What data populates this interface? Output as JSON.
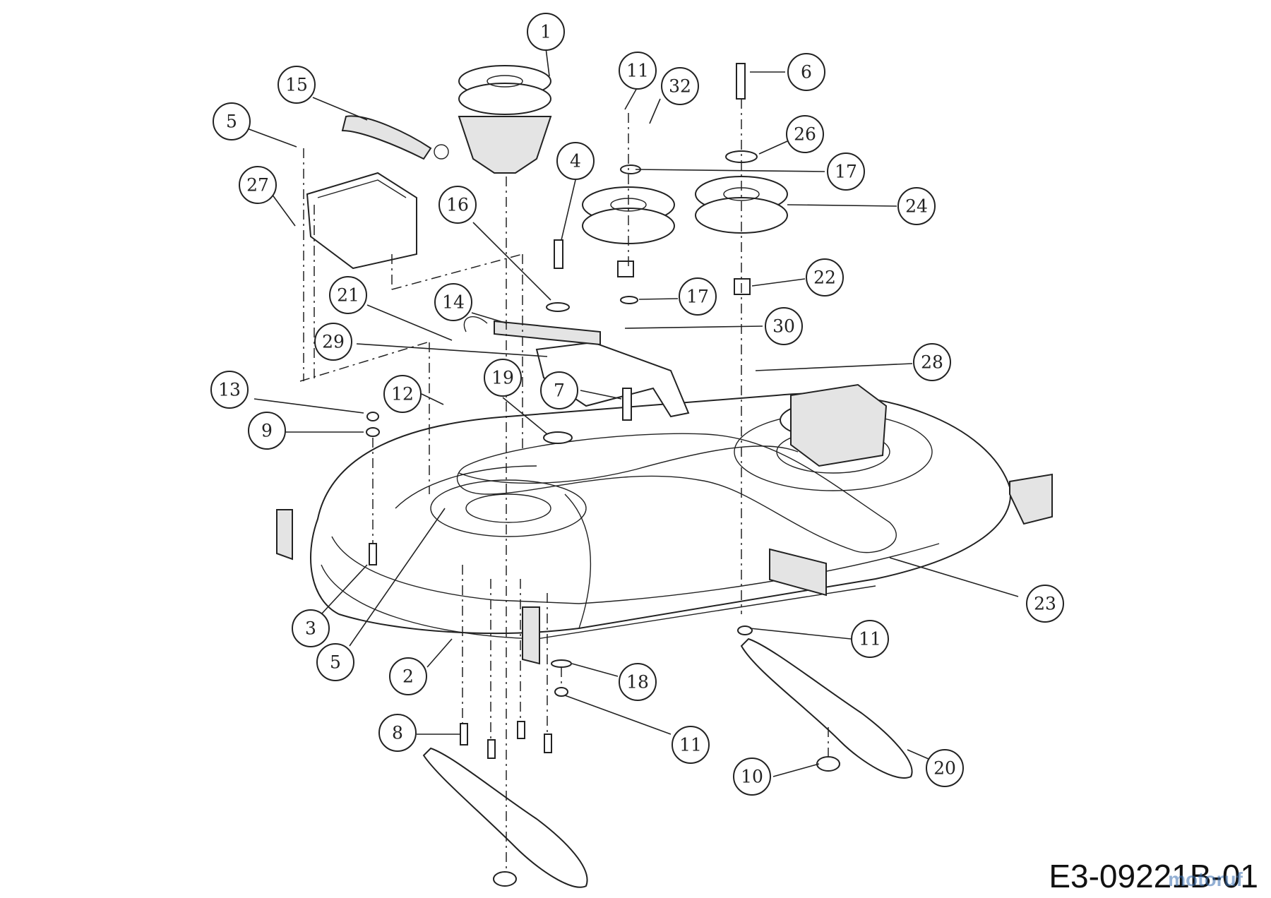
{
  "drawing_code": "E3-09221B-01",
  "watermark": "motoruf",
  "callouts": [
    {
      "label": "1"
    },
    {
      "label": "15"
    },
    {
      "label": "11"
    },
    {
      "label": "32"
    },
    {
      "label": "6"
    },
    {
      "label": "5"
    },
    {
      "label": "26"
    },
    {
      "label": "17"
    },
    {
      "label": "4"
    },
    {
      "label": "27"
    },
    {
      "label": "16"
    },
    {
      "label": "24"
    },
    {
      "label": "22"
    },
    {
      "label": "21"
    },
    {
      "label": "14"
    },
    {
      "label": "17"
    },
    {
      "label": "30"
    },
    {
      "label": "29"
    },
    {
      "label": "28"
    },
    {
      "label": "13"
    },
    {
      "label": "12"
    },
    {
      "label": "19"
    },
    {
      "label": "7"
    },
    {
      "label": "9"
    },
    {
      "label": "23"
    },
    {
      "label": "3"
    },
    {
      "label": "11"
    },
    {
      "label": "5"
    },
    {
      "label": "2"
    },
    {
      "label": "18"
    },
    {
      "label": "8"
    },
    {
      "label": "11"
    },
    {
      "label": "20"
    },
    {
      "label": "10"
    }
  ]
}
